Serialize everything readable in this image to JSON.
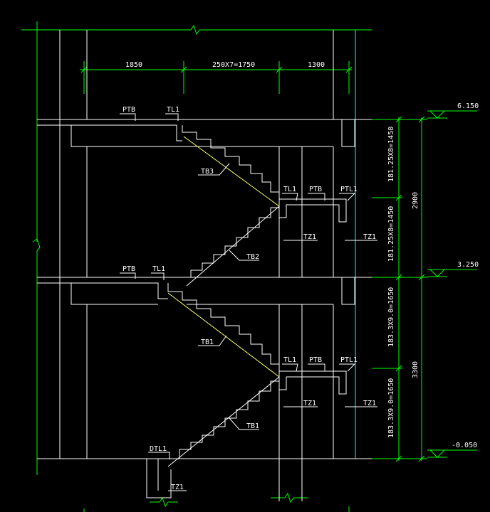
{
  "colors": {
    "background": "#000000",
    "structure": "#ffffff",
    "dimension": "#00ff00",
    "stair_slope": "#ffff66",
    "axis": "#00ffff"
  },
  "dimensions_top": {
    "left": "1850",
    "middle": "250X7=1750",
    "right": "1300"
  },
  "dimensions_right": {
    "upper_a": "181.25X8=1450",
    "upper_b": "181.25X8=1450",
    "upper_total": "2900",
    "lower_a": "183.3X9.0=1650",
    "lower_b": "183.3X9.0=1650",
    "lower_total": "3300"
  },
  "elevations": {
    "top": "6.150",
    "mid": "3.250",
    "bottom": "-0.050"
  },
  "labels": {
    "ptb_upper": "PTB",
    "tl1_upper": "TL1",
    "tb3": "TB3",
    "tl1_upper_mid": "TL1",
    "ptb_upper_mid": "PTB",
    "ptl1_upper": "PTL1",
    "tz1_upper_left": "TZ1",
    "tz1_upper_right": "TZ1",
    "tb2": "TB2",
    "ptb_mid": "PTB",
    "tl1_mid": "TL1",
    "tb1_upper": "TB1",
    "tl1_lower_mid": "TL1",
    "ptb_lower_mid": "PTB",
    "ptl1_lower": "PTL1",
    "tz1_lower_left": "TZ1",
    "tz1_lower_right": "TZ1",
    "tb1_lower": "TB1",
    "dtl1": "DTL1",
    "tz1_bottom": "TZ1"
  }
}
